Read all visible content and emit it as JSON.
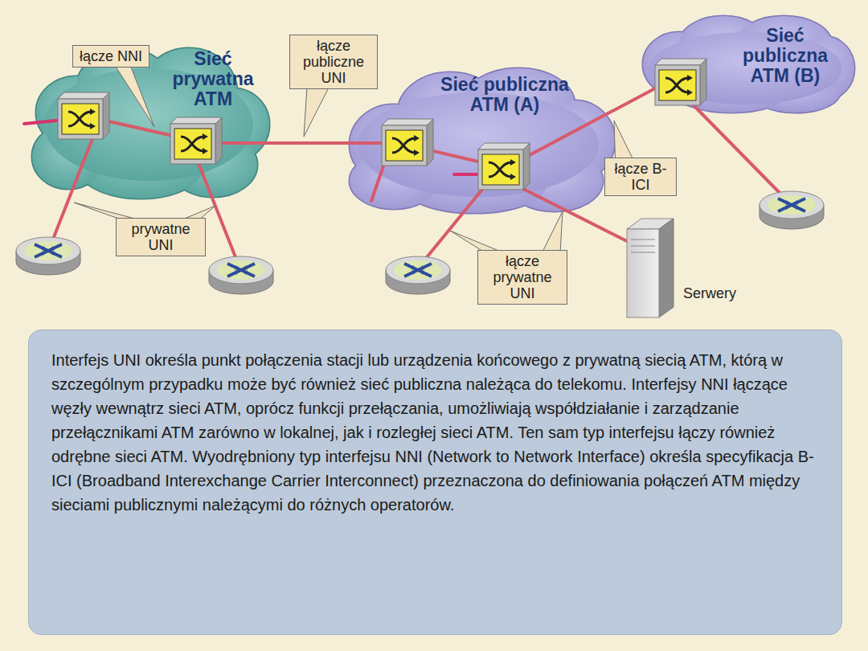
{
  "diagram": {
    "nodes": [
      {
        "text": [
          "Sieć prywatna ATM"
        ]
      },
      {
        "text": [
          "Sieć publiczna ATM (A)"
        ]
      },
      {
        "text": [
          "Sieć publiczna ATM (B)"
        ]
      },
      {
        "text": [
          "łącze NNI"
        ]
      },
      {
        "text": [
          "łącze publiczne UNI"
        ]
      },
      {
        "text": [
          "prywatne UNI"
        ]
      },
      {
        "text": [
          "łącze prywatne UNI"
        ]
      },
      {
        "text": [
          "łącze B-ICI"
        ]
      },
      {
        "text": [
          "Interfejs UNI określa punkt połączenia stacji lub urządzenia końcowego z prywatną siecią ATM, którą w szczególnym przypadku może być również sieć publiczna należąca do telekomu. Interfejsy NNI łączące węzły wewnątrz sieci ATM, oprócz funkcji przełączania, umożliwiają współdziałanie i zarządzanie przełącznikami ATM zarówno w lokalnej, jak i rozległej sieci ATM. Ten sam typ interfejsu łączy również odrębne sieci ATM. Wyodrębniony typ interfejsu NNI (Network to Network Interface) określa specyfikacja B-ICI (Broadband Interexchange Carrier Interconnect) przeznaczona do definiowania połączeń ATM między sieciami publicznymi należącymi do różnych operatorów."
        ]
      }
    ],
    "labels": [
      "Serwery"
    ]
  }
}
